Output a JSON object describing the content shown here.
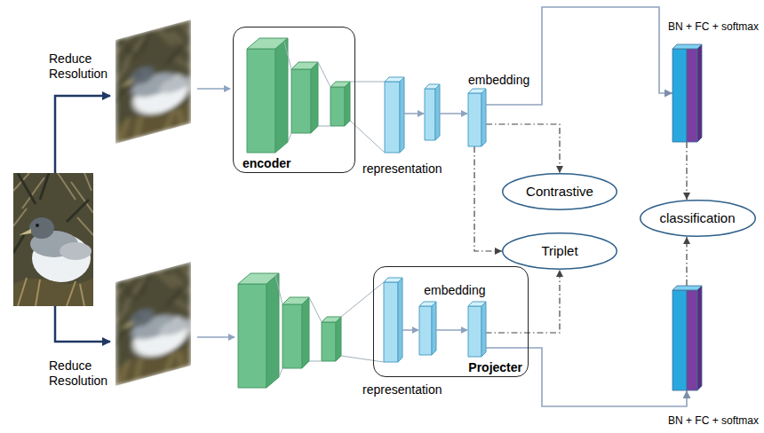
{
  "diagram": {
    "nodes": [
      {
        "text": [
          "encoder"
        ]
      },
      {
        "text": [
          "embedding"
        ]
      },
      {
        "text": [
          "Contrastive"
        ]
      },
      {
        "text": [
          "Triplet"
        ]
      },
      {
        "text": [
          "Projecter"
        ]
      },
      {
        "text": [
          "embedding"
        ],
        "in": 4
      },
      {
        "text": [
          "BN + FC + softmax"
        ]
      },
      {
        "text": [
          "classification"
        ]
      },
      {
        "text": [
          "BN + FC + softmax"
        ]
      }
    ],
    "edges": [
      {
        "from": 1,
        "to": 2,
        "arrow": "to"
      },
      {
        "from": 1,
        "to": 3,
        "arrow": "to"
      },
      {
        "from": 5,
        "to": 3,
        "arrow": "to"
      },
      {
        "from": 1,
        "to": 6,
        "arrow": "to"
      },
      {
        "from": 5,
        "to": 8,
        "arrow": "to"
      },
      {
        "from": 6,
        "to": 7,
        "arrow": "to"
      },
      {
        "from": 8,
        "to": 7,
        "arrow": "to"
      }
    ],
    "labels": [
      "Reduce Resolution",
      "Reduce Resolution",
      "representation",
      "representation"
    ]
  }
}
